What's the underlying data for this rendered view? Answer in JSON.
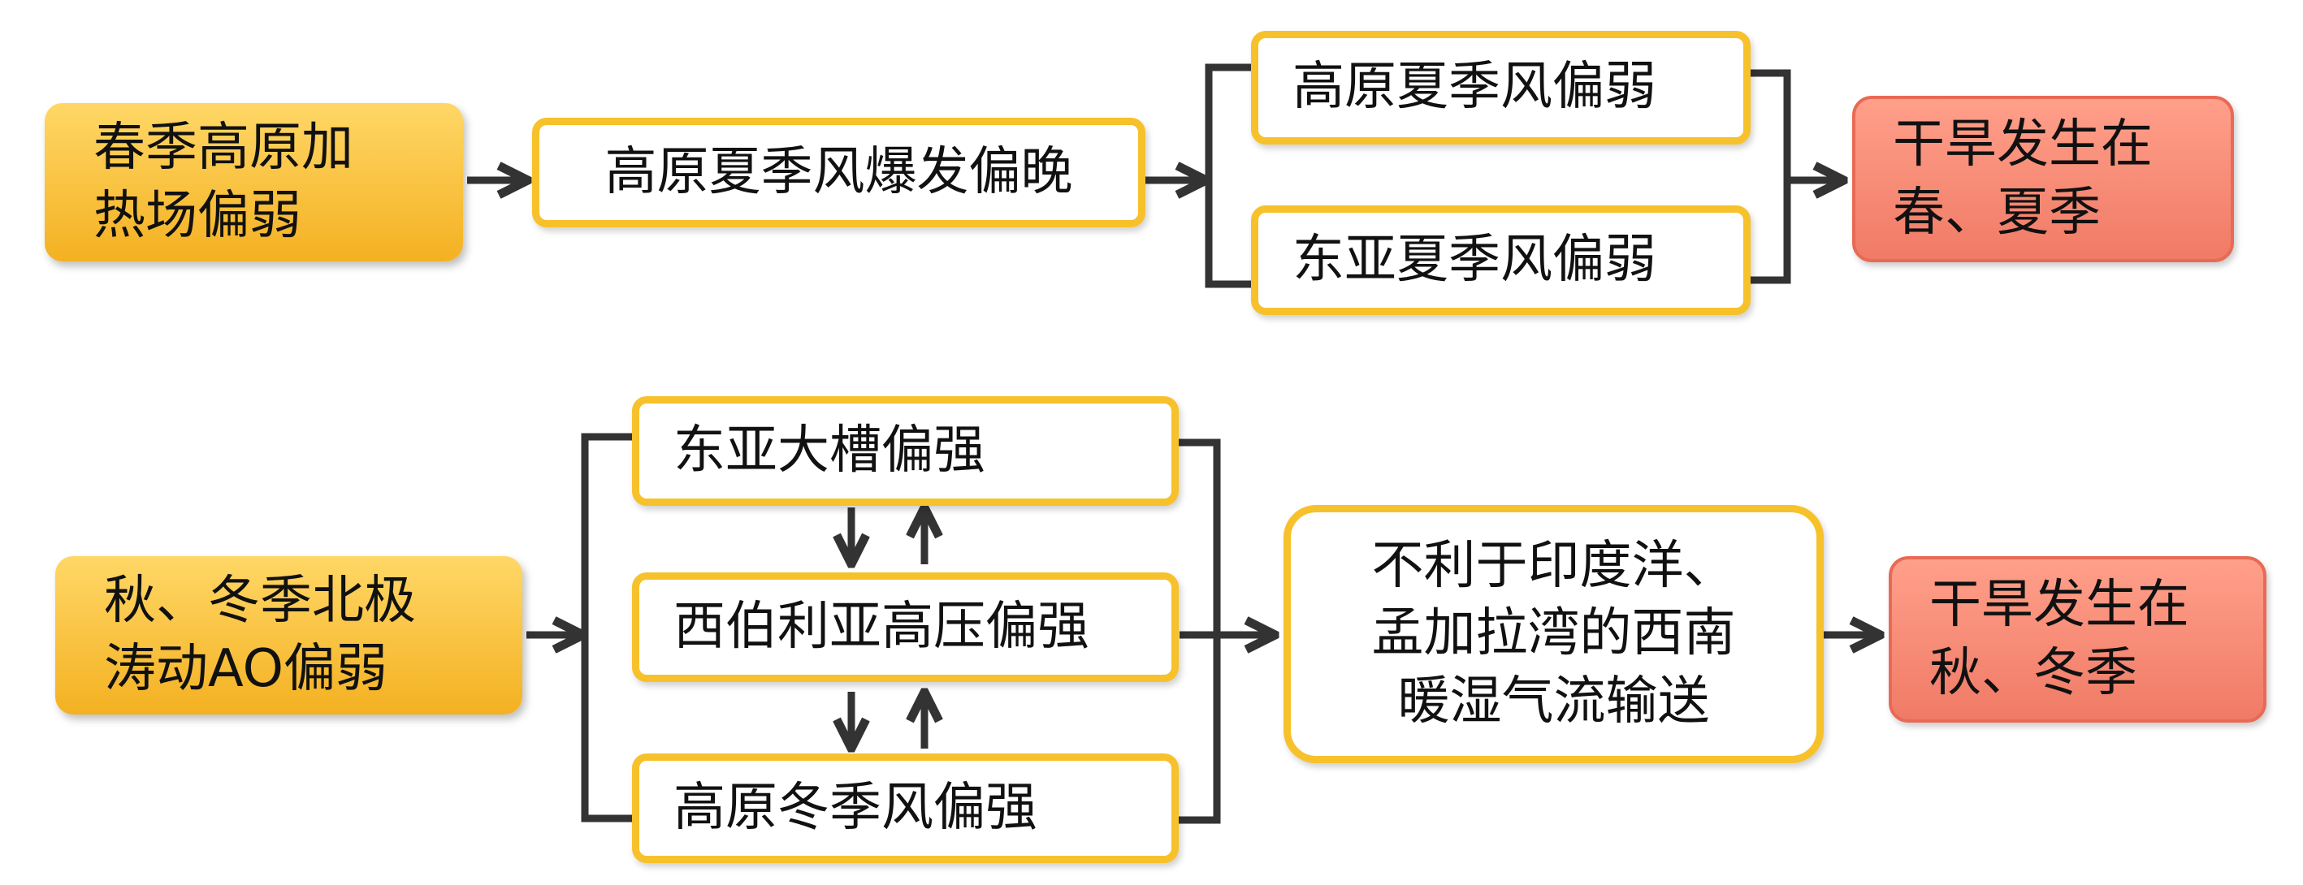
{
  "colors": {
    "start_fill": "#f4b122",
    "box_border": "#f7c12b",
    "result_fill": "#f07b66",
    "connector": "#333333"
  },
  "row1": {
    "cause": "春季高原加\n热场偏弱",
    "mechanism": "高原夏季风爆发偏晚",
    "branch_top": "高原夏季风偏弱",
    "branch_bottom": "东亚夏季风偏弱",
    "result": "干旱发生在\n春、夏季"
  },
  "row2": {
    "cause": "秋、冬季北极\n涛动AO偏弱",
    "factor_top": "东亚大槽偏强",
    "factor_middle": "西伯利亚高压偏强",
    "factor_bottom": "高原冬季风偏强",
    "transport": "不利于印度洋、\n孟加拉湾的西南\n暖湿气流输送",
    "result": "干旱发生在\n秋、冬季"
  }
}
